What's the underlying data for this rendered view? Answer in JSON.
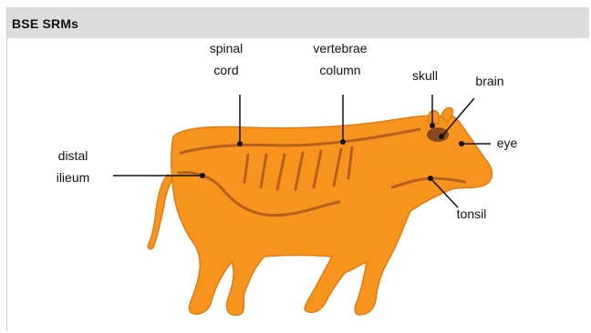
{
  "header": {
    "title": "BSE SRMs"
  },
  "colors": {
    "body_fill": "#F7941E",
    "body_outline": "#E07A12",
    "internal_lines": "#B5601F",
    "brain_dark": "#8A4A1E",
    "leader_lines": "#111111"
  },
  "labels": {
    "spinal_cord_line1": "spinal",
    "spinal_cord_line2": "cord",
    "vertebrae_line1": "vertebrae",
    "vertebrae_line2": "column",
    "skull": "skull",
    "brain": "brain",
    "eye": "eye",
    "distal_line1": "distal",
    "distal_line2": "ilieum",
    "tonsil": "tonsil"
  }
}
